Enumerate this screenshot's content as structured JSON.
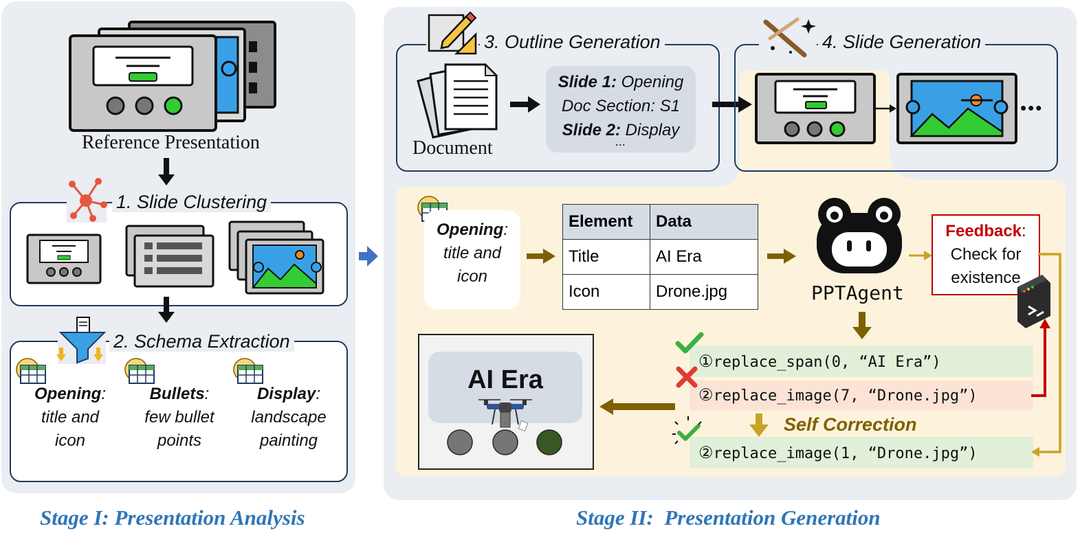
{
  "stage1": {
    "reference_label": "Reference Presentation",
    "clustering_title": "1. Slide Clustering",
    "schema_title": "2. Schema Extraction",
    "cards": [
      {
        "name": "Opening",
        "desc1": "title and",
        "desc2": "icon"
      },
      {
        "name": "Bullets",
        "desc1": "few bullet",
        "desc2": "points"
      },
      {
        "name": "Display",
        "desc1": "landscape",
        "desc2": "painting"
      }
    ],
    "stage_label": "Stage I: Presentation Analysis"
  },
  "stage2": {
    "outline_title": "3. Outline Generation",
    "document_label": "Document",
    "outline": {
      "line1_bold": "Slide 1:",
      "line1_rest": " Opening",
      "line2": "Doc Section: S1",
      "line3_bold": "Slide 2:",
      "line3_rest": " Display",
      "line4": "..."
    },
    "slidegen_title": "4. Slide Generation",
    "ellipsis": "•••",
    "opening_card": {
      "name": "Opening",
      "desc1": "title and",
      "desc2": "icon"
    },
    "table": {
      "headers": [
        "Element",
        "Data"
      ],
      "rows": [
        [
          "Title",
          "AI Era"
        ],
        [
          "Icon",
          "Drone.jpg"
        ]
      ]
    },
    "agent_label": "PPTAgent",
    "feedback": {
      "bold": "Feedback",
      "line1": "Check for",
      "line2": "existence"
    },
    "code": {
      "line1_num": "①",
      "line1": "replace_span(0, “AI Era”)",
      "line2_num": "②",
      "line2": "replace_image(7, “Drone.jpg”)",
      "self_correction": "Self Correction",
      "line3_num": "②",
      "line3": "replace_image(1, “Drone.jpg”)"
    },
    "result_title": "AI Era",
    "stage_label": "Stage II:  Presentation Generation"
  },
  "colors": {
    "panel_bg": "#eaedf1",
    "accent_blue": "#1f3a5f",
    "stage_blue": "#2e75b6",
    "olive": "#7f6000",
    "feedback_red": "#c00000",
    "green_row": "#e2efd9",
    "red_row": "#fbe4d5",
    "cream": "#fdf3dc"
  }
}
